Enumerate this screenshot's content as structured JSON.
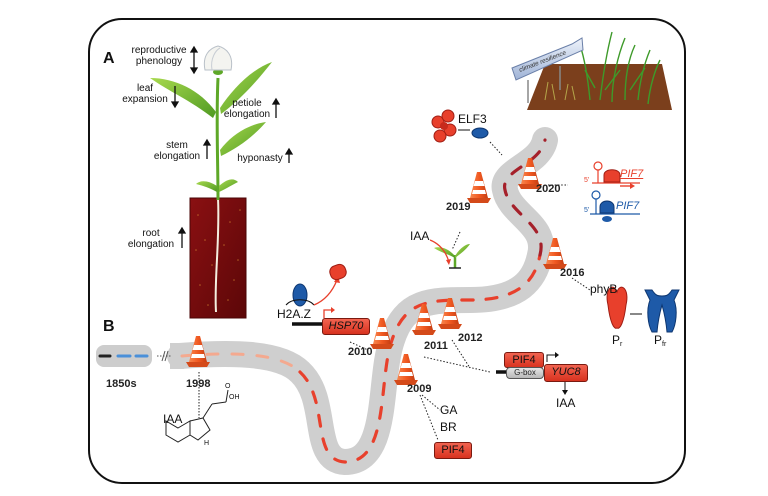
{
  "panels": {
    "a_label": "A",
    "b_label": "B"
  },
  "panel_a": {
    "traits": [
      {
        "line1": "reproductive",
        "line2": "phenology",
        "direction": "up-down"
      },
      {
        "line1": "leaf",
        "line2": "expansion",
        "direction": "down"
      },
      {
        "line1": "petiole",
        "line2": "elongation",
        "direction": "up"
      },
      {
        "line1": "stem",
        "line2": "elongation",
        "direction": "up"
      },
      {
        "line1": "hyponasty",
        "line2": "",
        "direction": "up"
      },
      {
        "line1": "root",
        "line2": "elongation",
        "direction": "up"
      }
    ],
    "sign_text": "climate resilience"
  },
  "panel_b": {
    "timeline": [
      {
        "year": "1850s"
      },
      {
        "year": "1998"
      },
      {
        "year": "2009"
      },
      {
        "year": "2010"
      },
      {
        "year": "2011"
      },
      {
        "year": "2012"
      },
      {
        "year": "2016"
      },
      {
        "year": "2019"
      },
      {
        "year": "2020"
      }
    ],
    "annotations": {
      "iaa_1998": "IAA",
      "iaa_oh": "OH",
      "iaa_nh": "H",
      "iaa_o": "O",
      "ga": "GA",
      "br": "BR",
      "pif4_2009": "PIF4",
      "h2az": "H2A.Z",
      "hsp70": "HSP70",
      "pif4_2011": "PIF4",
      "gbox": "G-box",
      "yuc8": "YUC8",
      "iaa_yuc8": "IAA",
      "phyb": "phyB",
      "pr_main": "P",
      "pr_sub": "r",
      "pfr_main": "P",
      "pfr_sub": "fr",
      "iaa_2019": "IAA",
      "elf3": "ELF3",
      "pif7_red": "PIF7",
      "pif7_blue": "PIF7",
      "five_prime_red": "5'",
      "five_prime_blue": "5'"
    }
  },
  "colors": {
    "road": "#cfcfcf",
    "dash_red": "#e8402c",
    "dash_dark_red": "#a5202a",
    "dash_peach": "#f4a98f",
    "blue": "#1e5aa8",
    "red": "#e8402c",
    "cone": "#f26a2e",
    "soil": "#7a0d0f",
    "leaf": "#7cc33a"
  }
}
